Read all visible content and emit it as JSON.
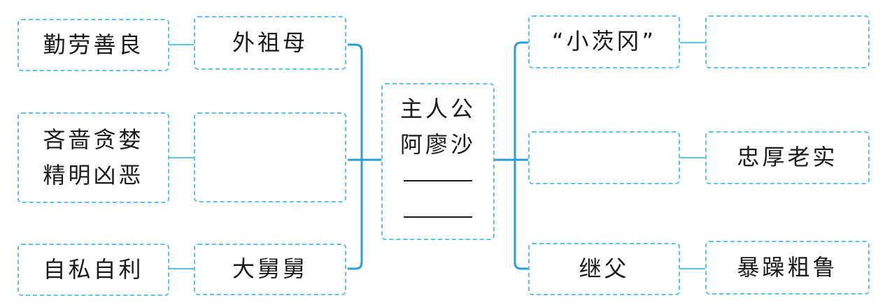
{
  "center": {
    "line1": "主人公",
    "line2": "阿廖沙",
    "blank1": "",
    "blank2": ""
  },
  "left": [
    {
      "trait": [
        "勤劳善良"
      ],
      "name": "外祖母"
    },
    {
      "trait": [
        "吝啬贪婪",
        "精明凶恶"
      ],
      "name": ""
    },
    {
      "trait": [
        "自私自利"
      ],
      "name": "大舅舅"
    }
  ],
  "right": [
    {
      "name": "“小茨冈”",
      "trait": ""
    },
    {
      "name": "",
      "trait": "忠厚老实"
    },
    {
      "name": "继父",
      "trait": "暴躁粗鲁"
    }
  ],
  "colors": {
    "dashed_border": "#5ec3e6",
    "connector": "#2a9fd6",
    "text": "#1a1a1a"
  }
}
